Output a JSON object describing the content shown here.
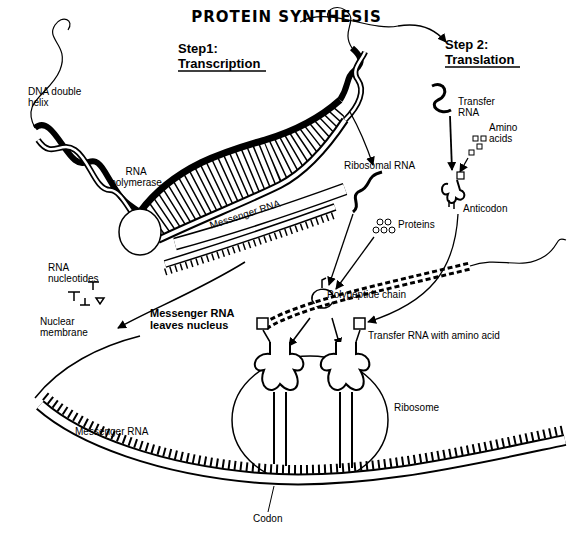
{
  "diagram": {
    "title": "PROTEIN SYNTHESIS",
    "labels": [
      "Step1: Transcription",
      "Step 2: Translation",
      "DNA double helix",
      "RNA polymerase",
      "Messenger RNA",
      "RNA nucleotides",
      "Ribosomal RNA",
      "Transfer RNA",
      "Amino acids",
      "Anticodon",
      "Proteins",
      "Polypeptide chain",
      "Nuclear membrane",
      "Messenger RNA leaves nucleus",
      "Transfer RNA with amino acid",
      "Ribosome",
      "Messenger RNA",
      "Codon"
    ]
  }
}
